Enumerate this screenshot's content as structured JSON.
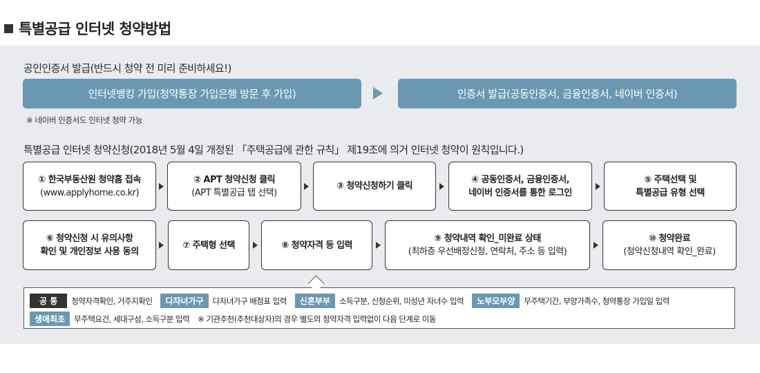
{
  "page_title": "특별공급 인터넷 청약방법",
  "cert_section": {
    "heading": "공인인증서 발급(반드시 청약 전 미리 준비하세요!)",
    "bar_left": "인터넷뱅킹 가입(청약통장 가입은행 방문 후 가입)",
    "bar_right": "인증서 발급(공동인증서, 금융인증서, 네이버 인증서)",
    "note": "※ 네이버 인증서도 인터넷 청약 가능"
  },
  "apply_section": {
    "heading": "특별공급 인터넷 청약신청(2018년 5월 4일 개정된 「주택공급에 관한 규칙」 제19조에 의거 인터넷 청약이 원칙입니다.)",
    "steps": [
      {
        "line1": "① 한국부동산원 청약홈 접속",
        "line2": "(www.applyhome.co.kr)"
      },
      {
        "line1": "② APT 청약신청 클릭",
        "line2": "(APT 특별공급 탭 선택)"
      },
      {
        "line1": "③ 청약신청하기 클릭",
        "line2": ""
      },
      {
        "line1": "④ 공동인증서, 금융인증서,",
        "line2": "네이버 인증서를 통한 로그인"
      },
      {
        "line1": "⑤ 주택선택 및",
        "line2": "특별공급 유형 선택"
      },
      {
        "line1": "⑥ 청약신청 시 유의사항",
        "line2": "확인 및 개인정보 사용 동의"
      },
      {
        "line1": "⑦ 주택형 선택",
        "line2": ""
      },
      {
        "line1": "⑧ 청약자격 등 입력",
        "line2": ""
      },
      {
        "line1": "⑨ 청약내역 확인_미완료 상태",
        "line2": "(최하층 우선배정신청, 연락처, 주소 등 입력)"
      },
      {
        "line1": "⑩ 청약완료",
        "line2": "(청약신청내역 확인_완료)"
      }
    ]
  },
  "legend": {
    "row1": [
      {
        "tag": "공 통",
        "desc": "청약자격확인, 거주지확인"
      },
      {
        "tag": "다자녀가구",
        "desc": "다자녀가구 배점표 입력"
      },
      {
        "tag": "신혼부부",
        "desc": "소득구분, 신청순위, 미성년 자녀수 입력"
      },
      {
        "tag": "노부모부양",
        "desc": "무주택기간, 부양가족수, 청약통장 가입일 입력"
      }
    ],
    "row2": [
      {
        "tag": "생애최초",
        "desc": "무주택요건, 세대구성, 소득구분 입력"
      }
    ],
    "row2_note": "※ 기관추천(추천대상자)의 경우 별도의 청약자격 입력없이 다음 단계로 이동"
  },
  "colors": {
    "accent": "#6a98b3",
    "panel": "#e9ebee",
    "dark": "#333333"
  }
}
